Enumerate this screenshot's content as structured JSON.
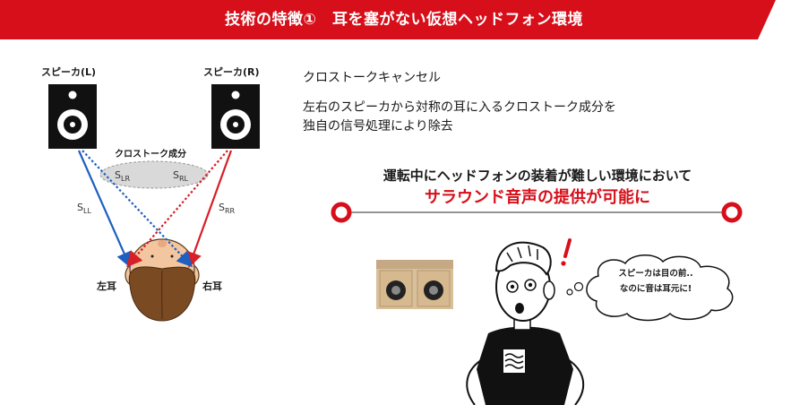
{
  "header": {
    "title": "技術の特徴①　耳を塞がない仮想ヘッドフォン環境"
  },
  "diagram": {
    "speaker_left_label": "スピーカ(L)",
    "speaker_right_label": "スピーカ(R)",
    "crosstalk_label": "クロストーク成分",
    "signals": {
      "s_lr": {
        "main": "S",
        "sub": "LR"
      },
      "s_rl": {
        "main": "S",
        "sub": "RL"
      },
      "s_ll": {
        "main": "S",
        "sub": "LL"
      },
      "s_rr": {
        "main": "S",
        "sub": "RR"
      }
    },
    "left_ear_label": "左耳",
    "right_ear_label": "右耳"
  },
  "text": {
    "heading": "クロストークキャンセル",
    "desc_line1": "左右のスピーカから対称の耳に入るクロストーク成分を",
    "desc_line2": "独自の信号処理により除去",
    "message_line1": "運転中にヘッドフォンの装着が難しい環境において",
    "message_line2": "サラウンド音声の提供が可能に"
  },
  "speech_bubble": {
    "line1": "スピーカは目の前..",
    "line2": "なのに音は耳元に!"
  },
  "colors": {
    "accent": "#d60f1a",
    "blue": "#1f5fbf",
    "red": "#d61f26"
  }
}
